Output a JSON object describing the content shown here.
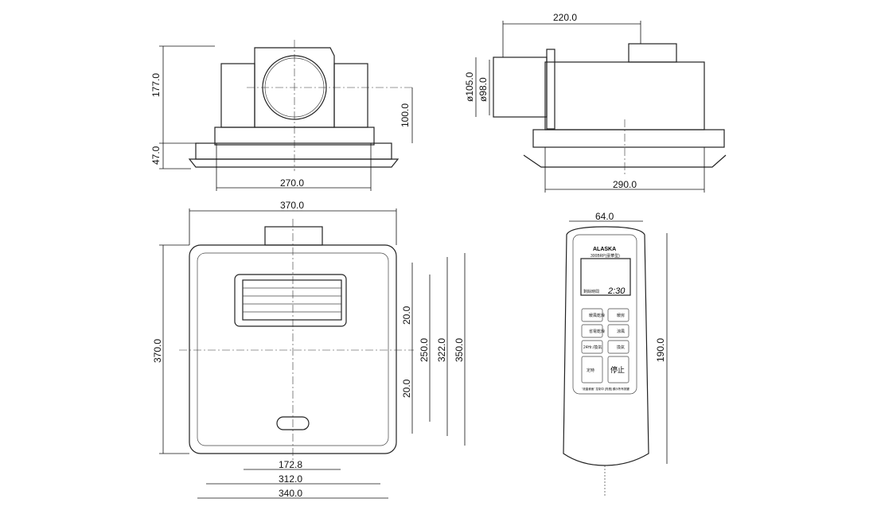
{
  "front_view": {
    "height_total": "177.0",
    "height_base": "47.0",
    "width": "270.0",
    "duct_height": "100.0"
  },
  "side_view": {
    "length": "220.0",
    "outer_diameter": "ø105.0",
    "inner_diameter": "ø98.0",
    "width": "290.0"
  },
  "bottom_view": {
    "width_top": "370.0",
    "height_left": "370.0",
    "grille_gap_top": "20.0",
    "mount_span": "250.0",
    "grille_gap_bottom": "20.0",
    "height_322": "322.0",
    "height_350": "350.0",
    "width_172": "172.8",
    "width_312": "312.0",
    "width_340": "340.0"
  },
  "remote": {
    "width": "64.0",
    "height": "190.0",
    "brand": "ALASKA",
    "model": "300BRP(豪華型)",
    "display_time": "2:30",
    "display_label": "剩餘時間",
    "buttons": [
      "暖風乾燥",
      "暖房",
      "省電乾燥",
      "涼風",
      "24Hr./換氣",
      "換氣",
      "定時",
      "停止"
    ],
    "footer": "\"液晶畫面\" 控制中 [亮燈] 顯示所有按鍵"
  }
}
